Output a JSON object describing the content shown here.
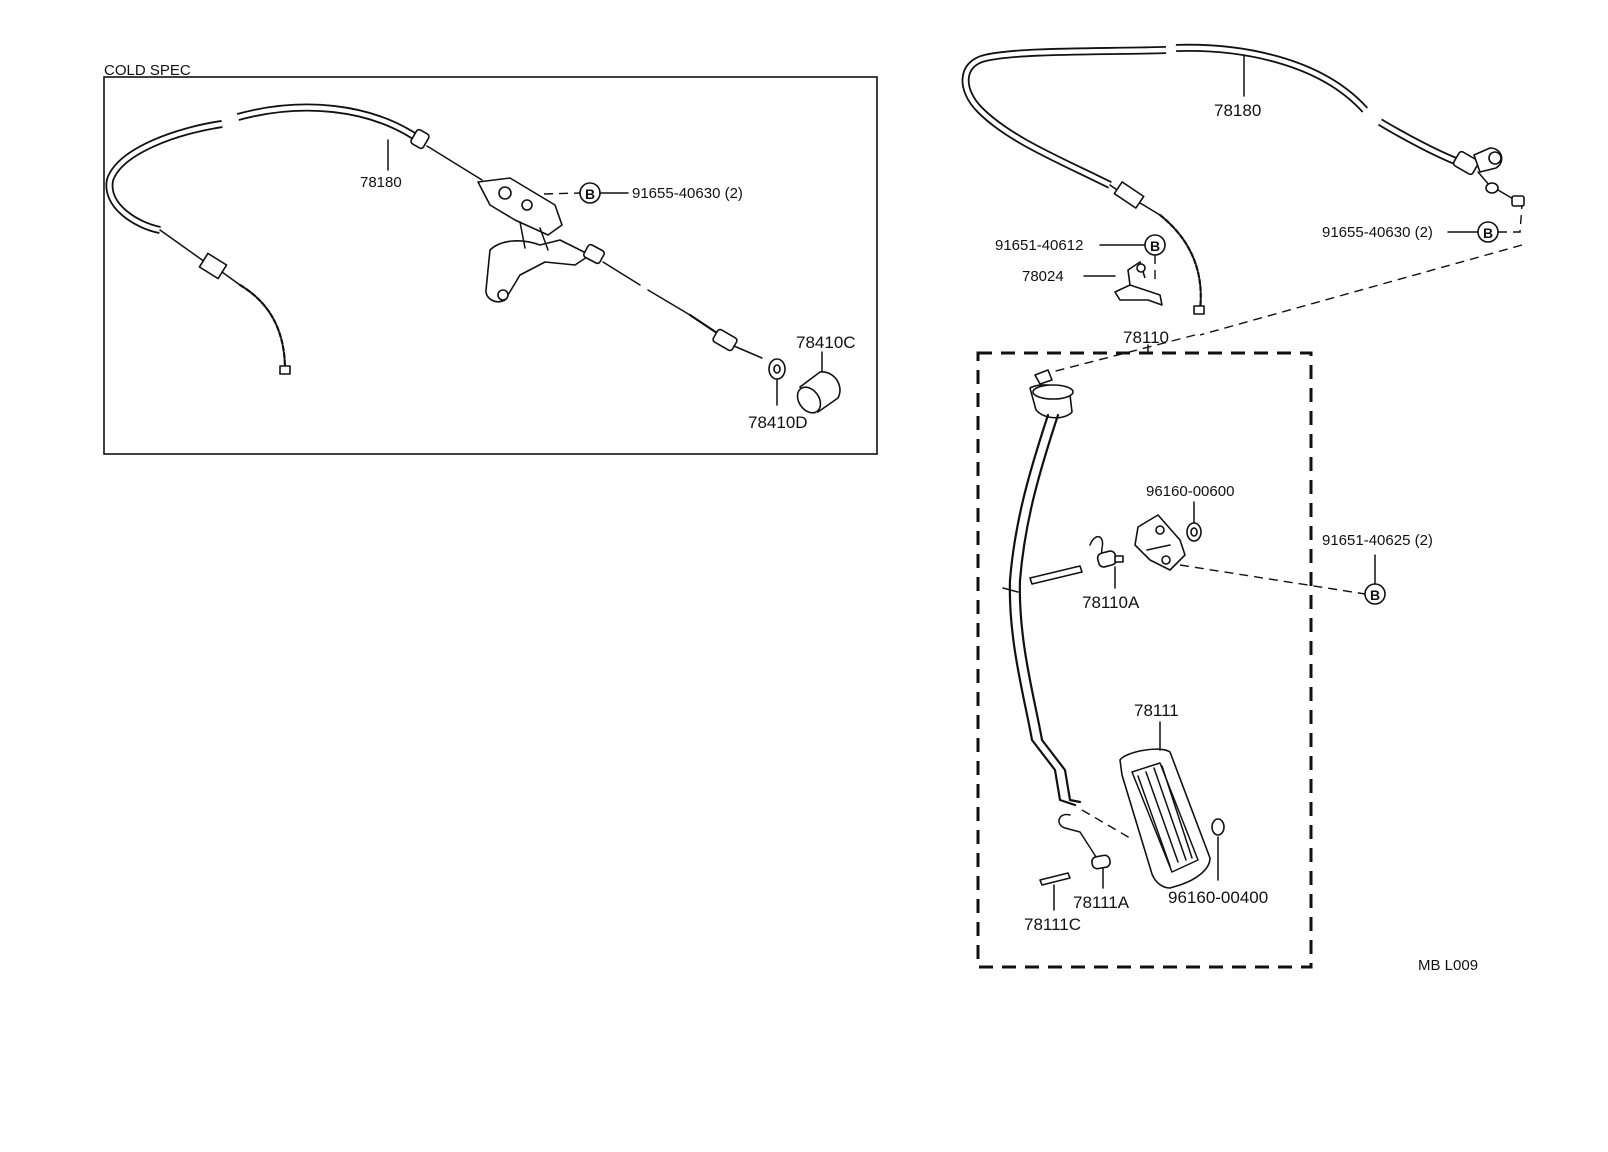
{
  "cold_spec": {
    "title": "COLD SPEC",
    "labels": {
      "cable": "78180",
      "bolt": "91655-40630 (2)",
      "knob": "78410C",
      "nut": "78410D"
    }
  },
  "main": {
    "labels": {
      "cable": "78180",
      "bolt_top": "91655-40630 (2)",
      "clamp_bolt": "91651-40612",
      "clamp": "78024",
      "pedal_assy": "78110",
      "bushing": "96160-00600",
      "bracket_bolt": "91651-40625 (2)",
      "spring": "78110A",
      "pad": "78111",
      "pad_spring": "78111A",
      "pin": "78111C",
      "stopper": "96160-00400"
    }
  },
  "marker_letter": "B",
  "figure_code": "MB L009"
}
